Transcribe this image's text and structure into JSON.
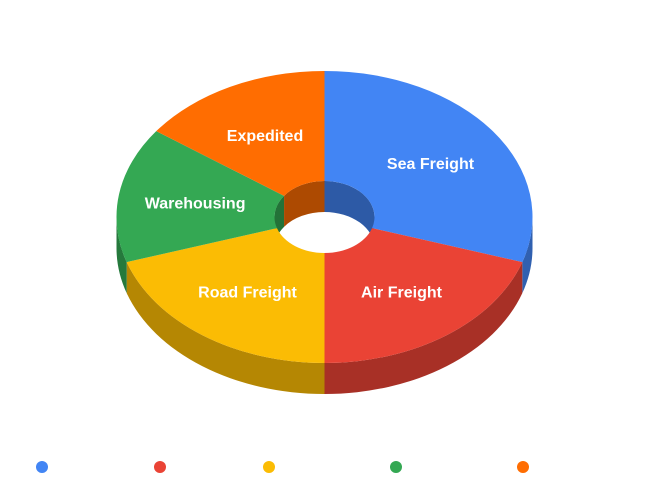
{
  "chart_data": {
    "type": "pie",
    "variant": "3d-donut",
    "categories": [
      "Sea Freight",
      "Air Freight",
      "Road Freight",
      "Warehousing",
      "Expedited"
    ],
    "values": [
      30,
      20,
      20,
      15,
      15
    ],
    "unit": "percent",
    "colors": [
      "#4285f4",
      "#ea4335",
      "#fbbc04",
      "#34a853",
      "#ff6d01"
    ],
    "title": "",
    "legend_position": "bottom",
    "legend_shows_text": false
  }
}
